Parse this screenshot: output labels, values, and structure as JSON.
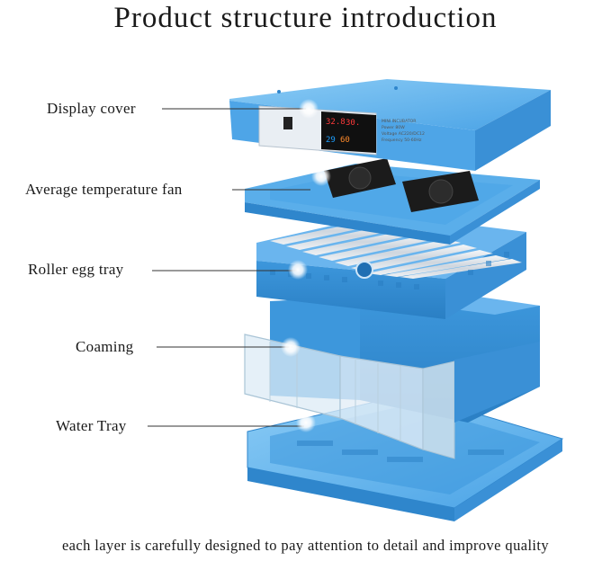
{
  "title": "Product structure introduction",
  "labels": {
    "display_cover": "Display cover",
    "fan": "Average temperature fan",
    "roller_tray": "Roller egg tray",
    "coaming": "Coaming",
    "water_tray": "Water Tray"
  },
  "display_panel": {
    "model": "MINI INCUBATOR",
    "power": "Power 80W",
    "voltage": "Voltage AC220/DC12",
    "frequency": "Frequency 50-60Hz"
  },
  "caption": "each layer is carefully designed to pay attention to detail and improve quality",
  "colors": {
    "shell": "#4aa3e6",
    "shell_dark": "#2f86cc",
    "shell_light": "#7cc0f2",
    "fan": "#1b1b1b",
    "roller": "#dfe4ea",
    "glass": "#d9e8f2"
  }
}
